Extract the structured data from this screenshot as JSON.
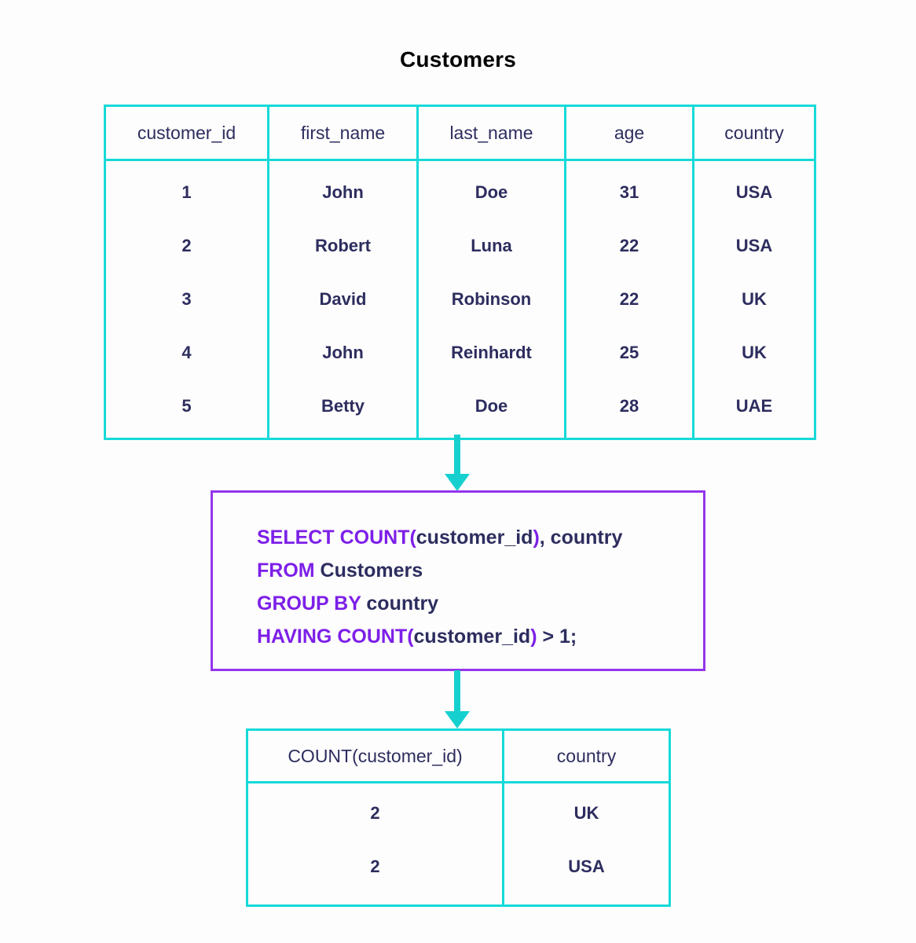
{
  "page": {
    "title": "Customers",
    "background_color": "#fdfdfd"
  },
  "colors": {
    "table_border": "#16d9d9",
    "table_text": "#2d2d5f",
    "query_border": "#9434ec",
    "query_keyword": "#7d1fe8",
    "query_identifier": "#2d2d5f",
    "arrow": "#16d0cf",
    "title_text": "#000000"
  },
  "source_table": {
    "name": "Customers",
    "columns": [
      "customer_id",
      "first_name",
      "last_name",
      "age",
      "country"
    ],
    "rows": [
      [
        "1",
        "John",
        "Doe",
        "31",
        "USA"
      ],
      [
        "2",
        "Robert",
        "Luna",
        "22",
        "USA"
      ],
      [
        "3",
        "David",
        "Robinson",
        "22",
        "UK"
      ],
      [
        "4",
        "John",
        "Reinhardt",
        "25",
        "UK"
      ],
      [
        "5",
        "Betty",
        "Doe",
        "28",
        "UAE"
      ]
    ]
  },
  "query": {
    "lines": [
      [
        {
          "text": "SELECT COUNT(",
          "type": "keyword"
        },
        {
          "text": "customer_id",
          "type": "identifier"
        },
        {
          "text": ")",
          "type": "keyword"
        },
        {
          "text": ", country",
          "type": "identifier"
        }
      ],
      [
        {
          "text": "FROM ",
          "type": "keyword"
        },
        {
          "text": "Customers",
          "type": "identifier"
        }
      ],
      [
        {
          "text": "GROUP BY ",
          "type": "keyword"
        },
        {
          "text": "country",
          "type": "identifier"
        }
      ],
      [
        {
          "text": "HAVING COUNT(",
          "type": "keyword"
        },
        {
          "text": "customer_id",
          "type": "identifier"
        },
        {
          "text": ")",
          "type": "keyword"
        },
        {
          "text": " > 1;",
          "type": "identifier"
        }
      ]
    ],
    "plain_text": "SELECT COUNT(customer_id), country\nFROM Customers\nGROUP BY country\nHAVING COUNT(customer_id) > 1;"
  },
  "result_table": {
    "columns": [
      "COUNT(customer_id)",
      "country"
    ],
    "rows": [
      [
        "2",
        "UK"
      ],
      [
        "2",
        "USA"
      ]
    ]
  },
  "arrows": [
    {
      "name": "arrow-source-to-query",
      "direction": "down"
    },
    {
      "name": "arrow-query-to-result",
      "direction": "down"
    }
  ]
}
